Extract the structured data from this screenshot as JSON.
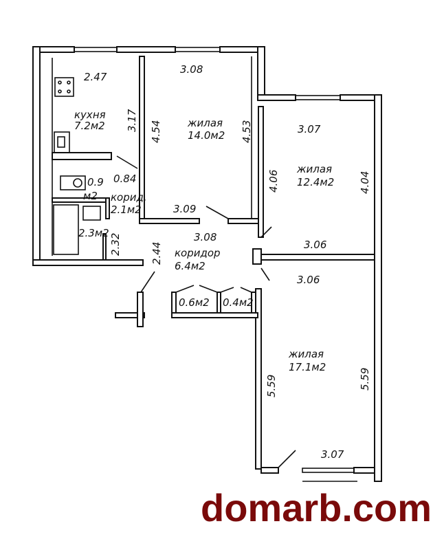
{
  "rooms": {
    "kitchen": {
      "name": "кухня",
      "area": "7.2м2"
    },
    "room1": {
      "name": "жилая",
      "area": "14.0м2"
    },
    "room2": {
      "name": "жилая",
      "area": "12.4м2"
    },
    "room3": {
      "name": "жилая",
      "area": "17.1м2"
    },
    "corridor": {
      "name": "коридор",
      "area": "6.4м2"
    },
    "small_corridor": {
      "name": "корид.",
      "area": "2.1м2"
    },
    "toilet": {
      "area_a": "0.9",
      "area_b": "м2"
    },
    "bathroom": {
      "area": "2.3м2"
    },
    "closet1": {
      "area": "0.6м2"
    },
    "closet2": {
      "area": "0.4м2"
    }
  },
  "dimensions": {
    "kitchen_top": "2.47",
    "kitchen_right": "3.17",
    "room1_top": "3.08",
    "room1_left": "4.54",
    "room1_right": "4.53",
    "room1_bottom": "3.09",
    "small_corr_width": "0.84",
    "bath_side": "2.32",
    "corridor_top": "3.08",
    "corridor_left": "2.44",
    "room2_top": "3.07",
    "room2_left": "4.06",
    "room2_right": "4.04",
    "room2_bottom": "3.06",
    "room3_top": "3.06",
    "room3_left": "5.59",
    "room3_right": "5.59",
    "room3_bottom": "3.07"
  },
  "watermark": "domarb.com"
}
